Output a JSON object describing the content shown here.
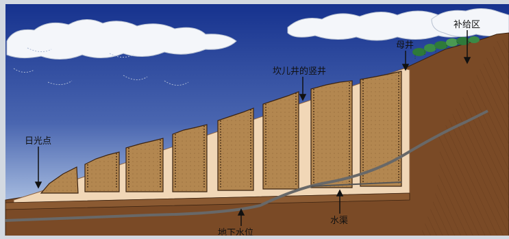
{
  "labels": {
    "recharge_zone": "补给区",
    "mother_well": "母井",
    "shafts": "坎儿井的竖井",
    "daylight_point": "日光点",
    "water_channel": "水渠",
    "water_table": "地下水位"
  },
  "colors": {
    "sky_top": "#16328e",
    "sky_bottom": "#9ab2dc",
    "soil": "#7a4a26",
    "soil_light": "#a06a3c",
    "shaft_fill": "#b38750",
    "tunnel": "#f3d7b8",
    "water_line": "#6b6b6b",
    "frame": "#c9d0da"
  }
}
